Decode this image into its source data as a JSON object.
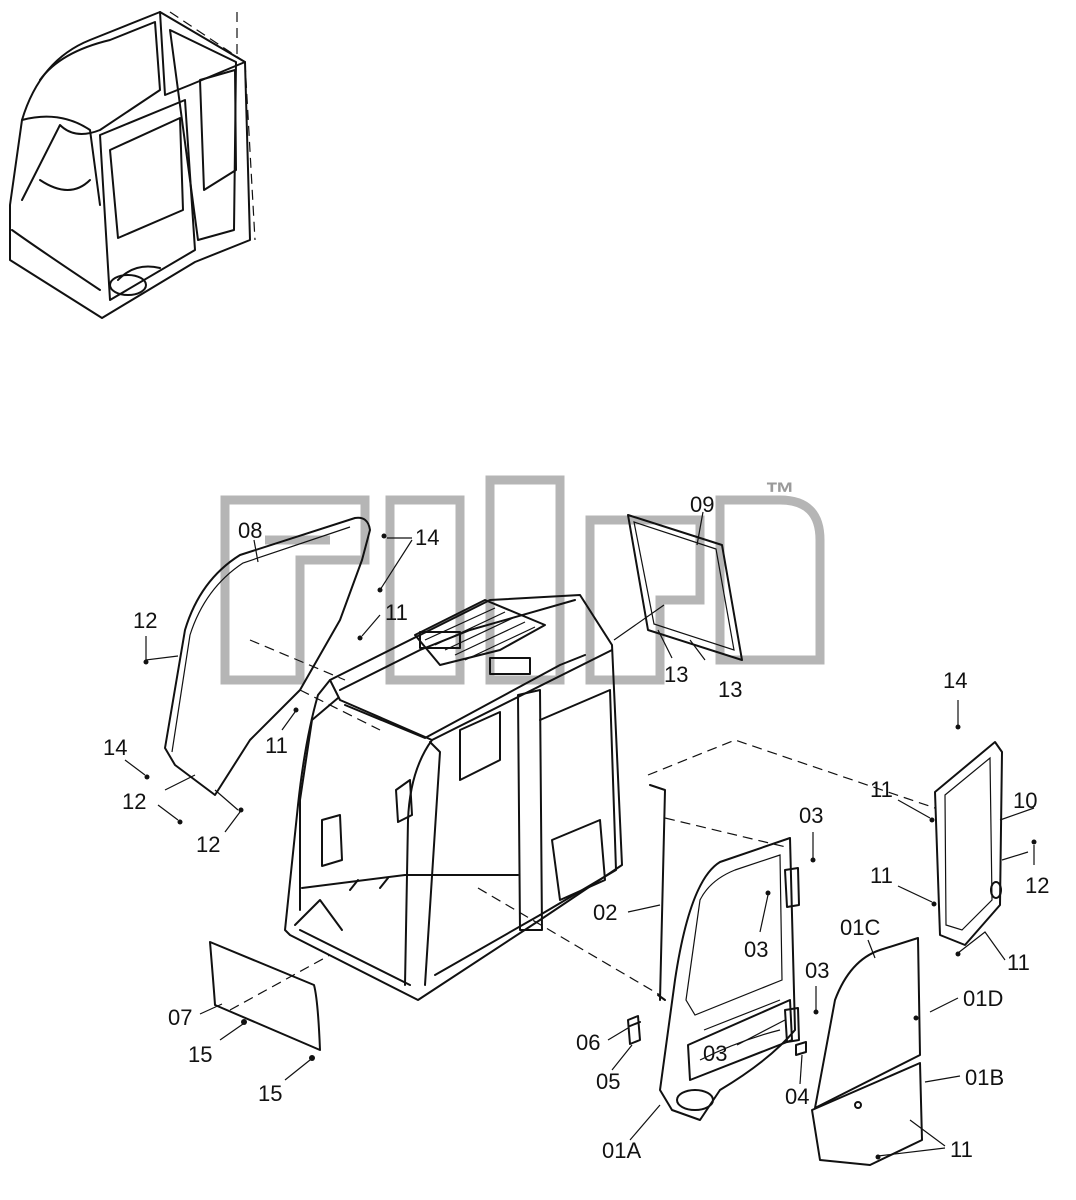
{
  "watermark": {
    "mark": "™"
  },
  "callouts": {
    "c08": "08",
    "c09": "09",
    "c10": "10",
    "c14a": "14",
    "c14b": "14",
    "c14c": "14",
    "c11a": "11",
    "c11b": "11",
    "c11c": "11",
    "c11d": "11",
    "c11e": "11",
    "c11f": "11",
    "c12a": "12",
    "c12b": "12",
    "c12c": "12",
    "c12d": "12",
    "c13a": "13",
    "c13b": "13",
    "c02": "02",
    "c03a": "03",
    "c03b": "03",
    "c03c": "03",
    "c03d": "03",
    "c04": "04",
    "c05": "05",
    "c06": "06",
    "c07": "07",
    "c15a": "15",
    "c15b": "15",
    "c01A": "01A",
    "c01B": "01B",
    "c01C": "01C",
    "c01D": "01D"
  }
}
